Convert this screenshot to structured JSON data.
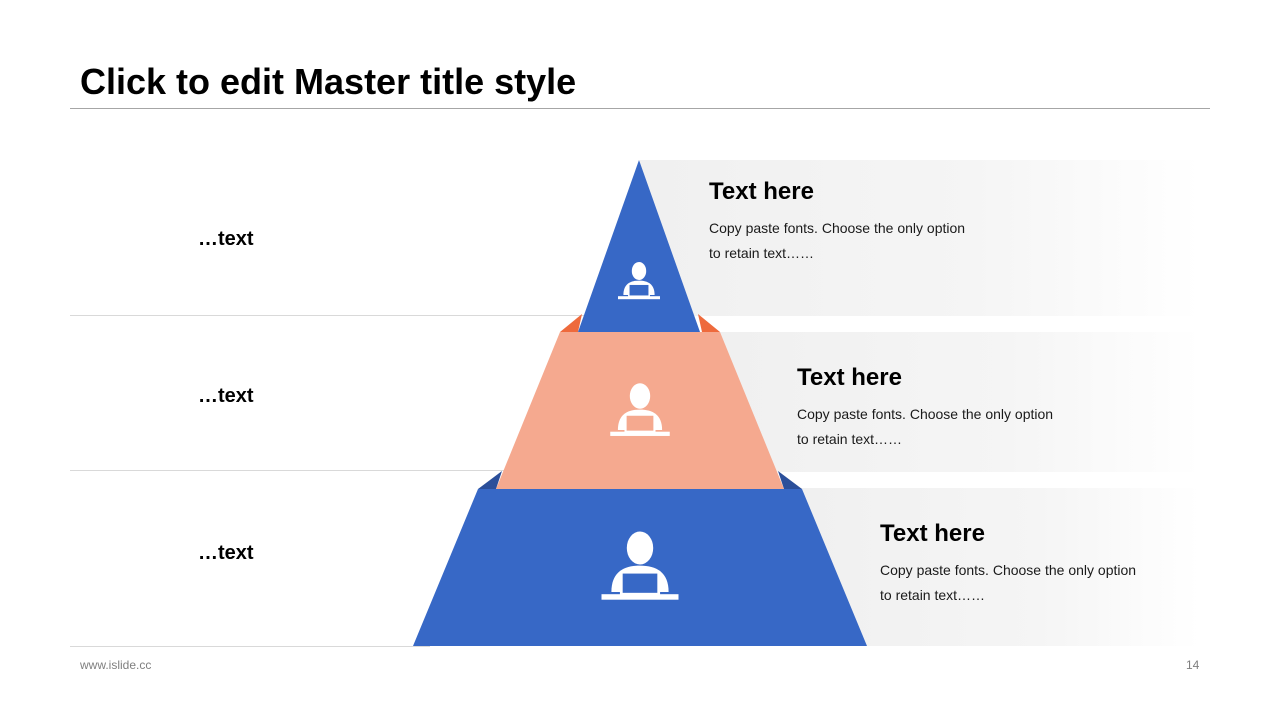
{
  "slide": {
    "title": "Click to edit Master title style",
    "footer_url": "www.islide.cc",
    "page_number": "14"
  },
  "levels": [
    {
      "left_label": "…text",
      "title": "Text here",
      "description": "Copy paste fonts. Choose the only option to retain text……",
      "icon": "person-at-laptop-icon",
      "color": "#3768c6"
    },
    {
      "left_label": "…text",
      "title": "Text here",
      "description": "Copy paste fonts. Choose the only option to retain text……",
      "icon": "person-at-laptop-icon",
      "color": "#f5a98f"
    },
    {
      "left_label": "…text",
      "title": "Text here",
      "description": "Copy paste fonts. Choose the only option to retain text……",
      "icon": "person-at-laptop-icon",
      "color": "#3768c6"
    }
  ],
  "colors": {
    "accent_blue": "#3768c6",
    "accent_salmon": "#f5a98f",
    "accent_orange": "#ee6a3c",
    "accent_dark_blue": "#2b4f9a"
  }
}
